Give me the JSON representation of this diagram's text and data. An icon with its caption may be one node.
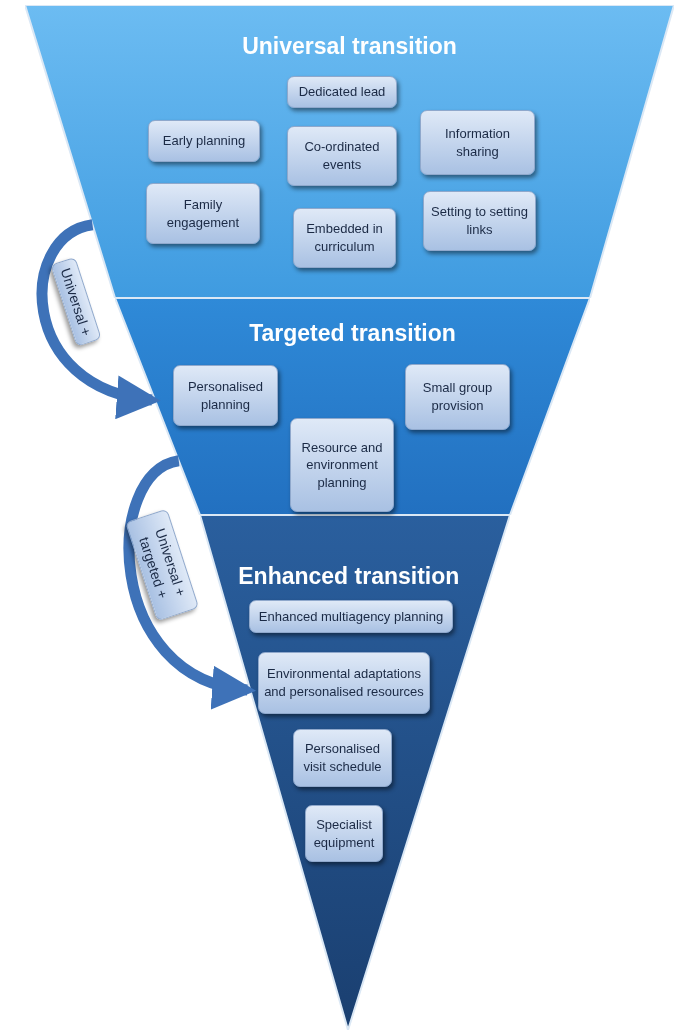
{
  "diagram": {
    "nodes": [
      {
        "text": [
          "Universal transition"
        ]
      },
      {
        "text": [
          "Dedicated lead"
        ],
        "in": 0
      },
      {
        "text": [
          "Early planning"
        ],
        "in": 0
      },
      {
        "text": [
          "Co-ordinated events"
        ],
        "in": 0
      },
      {
        "text": [
          "Information sharing"
        ],
        "in": 0
      },
      {
        "text": [
          "Family engagement"
        ],
        "in": 0
      },
      {
        "text": [
          "Embedded in curriculum"
        ],
        "in": 0
      },
      {
        "text": [
          "Setting to setting links"
        ],
        "in": 0
      },
      {
        "text": [
          "Targeted transition"
        ]
      },
      {
        "text": [
          "Personalised planning"
        ],
        "in": 8
      },
      {
        "text": [
          "Small group provision"
        ],
        "in": 8
      },
      {
        "text": [
          "Resource and environment planning"
        ],
        "in": 8
      },
      {
        "text": [
          "Enhanced transition"
        ]
      },
      {
        "text": [
          "Enhanced multiagency planning"
        ],
        "in": 12
      },
      {
        "text": [
          "Environmental adaptations and personalised resources"
        ],
        "in": 12
      },
      {
        "text": [
          "Personalised visit schedule"
        ],
        "in": 12
      },
      {
        "text": [
          "Specialist equipment"
        ],
        "in": 12
      }
    ],
    "edges": [
      {
        "from": 0,
        "to": 8,
        "arrow": "to",
        "label": "Universal +"
      },
      {
        "from": 8,
        "to": 12,
        "arrow": "to",
        "label": "Universal + targeted +"
      }
    ]
  }
}
